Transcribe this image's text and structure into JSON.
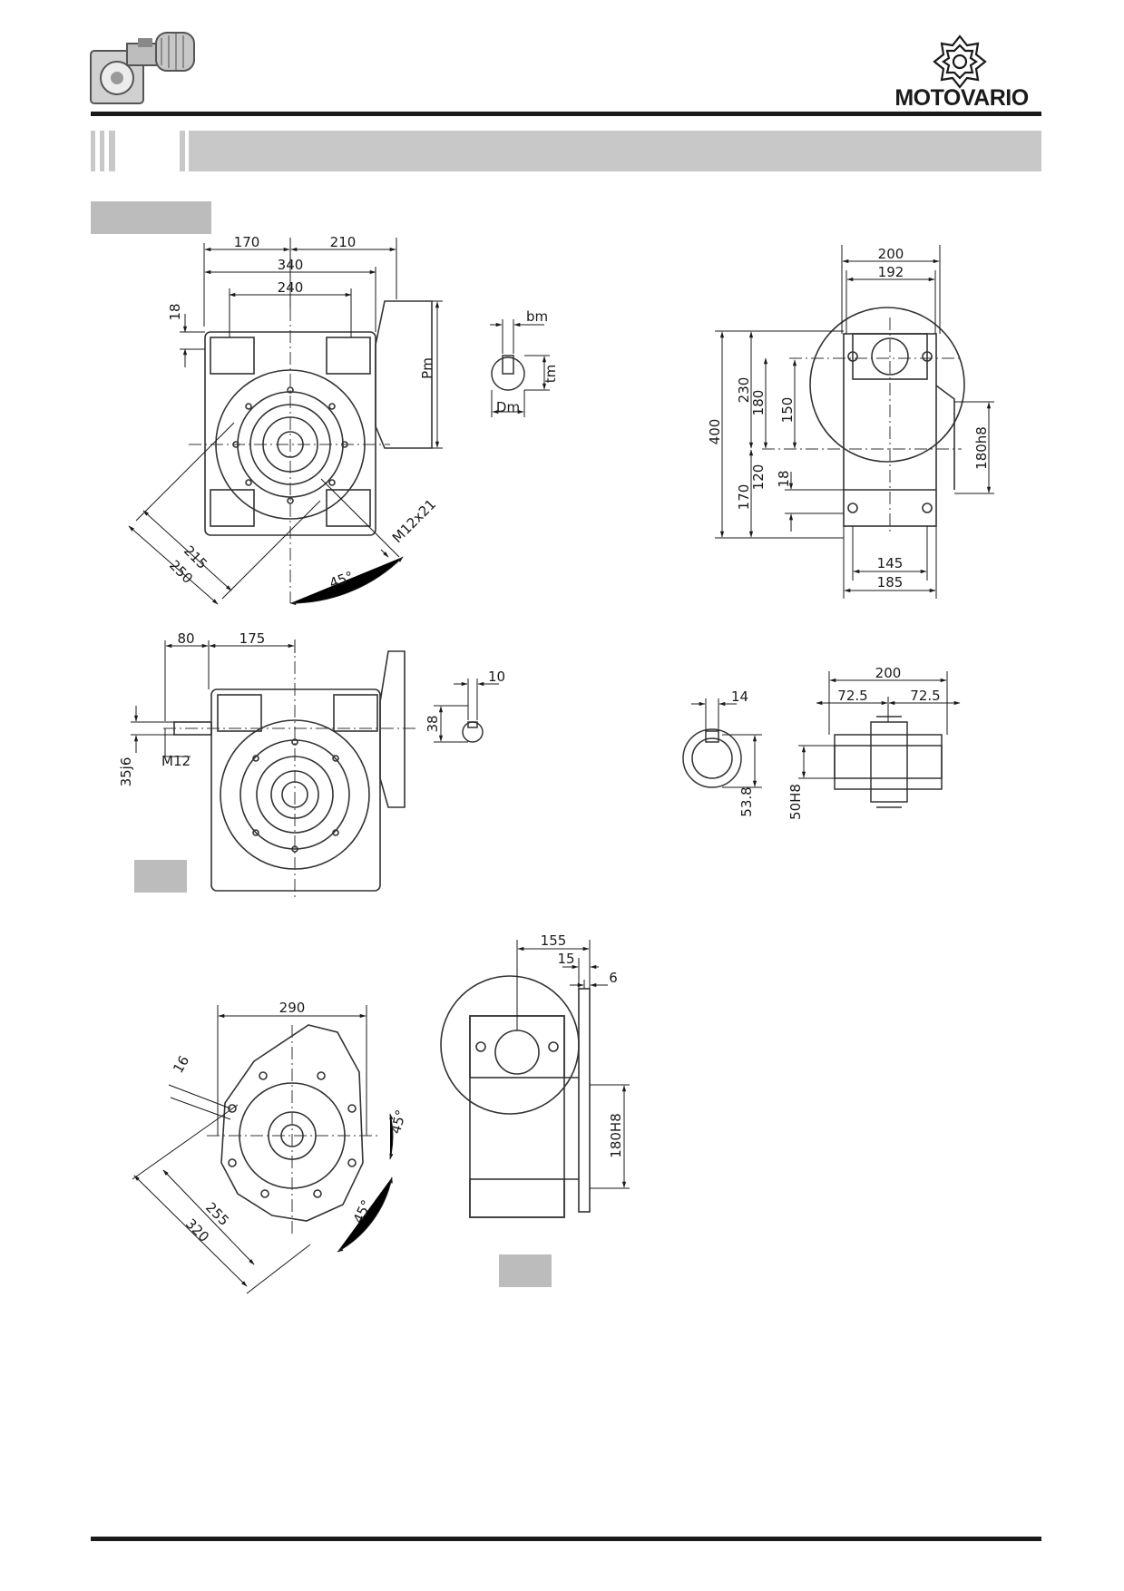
{
  "header": {
    "brand": "MOTOVARIO"
  },
  "colors": {
    "ink": "#1a1a1a",
    "title_bar": "#c8c8c8",
    "label_box": "#bcbcbc",
    "line": "#333333"
  },
  "icons": {
    "product_thumbnail": "gear-motor-icon",
    "brand_mark": "motovario-logo-icon"
  },
  "dimensions": {
    "top_view": {
      "d170": "170",
      "d210": "210",
      "d340": "340",
      "d240": "240",
      "d18": "18",
      "pm": "Pm",
      "d215": "215",
      "d250": "250",
      "m12x21": "M12x21",
      "a45": "45°"
    },
    "key_detail": {
      "bm": "bm",
      "tm": "tm",
      "dm": "Dm"
    },
    "side_view": {
      "d200": "200",
      "d192": "192",
      "d400": "400",
      "d230": "230",
      "d180": "180",
      "d150": "150",
      "d170": "170",
      "d120": "120",
      "d18": "18",
      "d180h8": "180h8",
      "d145": "145",
      "d185": "185"
    },
    "shaft_view": {
      "d80": "80",
      "d175": "175",
      "d35j6": "35j6",
      "m12": "M12",
      "d10": "10",
      "d38": "38"
    },
    "bore_detail": {
      "d14": "14",
      "d53_8": "53.8"
    },
    "hollow_shaft": {
      "d200": "200",
      "d72_5a": "72.5",
      "d72_5b": "72.5",
      "d50h8": "50H8"
    },
    "flange_view": {
      "d290": "290",
      "d16": "16",
      "a45a": "45°",
      "a45b": "45°",
      "d255": "255",
      "d320": "320"
    },
    "flange_side": {
      "d155": "155",
      "d15": "15",
      "d6": "6",
      "d180H8": "180H8"
    }
  }
}
